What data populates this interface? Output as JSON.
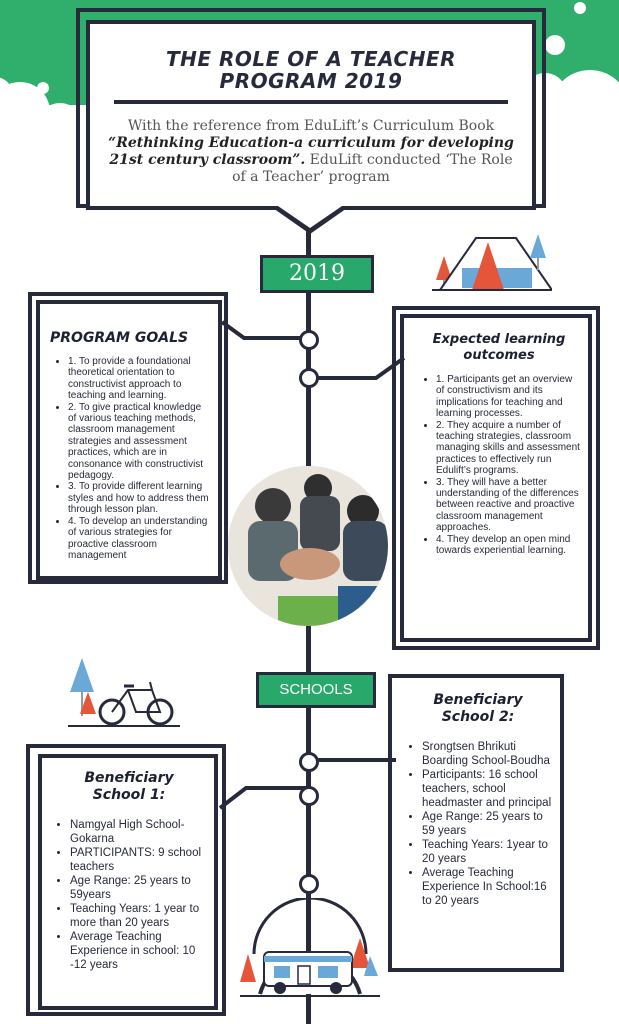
{
  "header": {
    "title_line1": "THE ROLE OF A TEACHER",
    "title_line2": "PROGRAM 2019",
    "intro_line1": "With the reference from EduLift’s Curriculum Book",
    "intro_book": "“Rethinking Education-a curriculum for developing 21st century classroom”.",
    "intro_tail": "EduLift conducted ‘The Role of a Teacher’ program"
  },
  "year_label": "2019",
  "program_goals": {
    "title": "PROGRAM GOALS",
    "items": [
      "1. To provide a foundational theoretical orientation to constructivist approach to teaching and learning.",
      "2. To give practical knowledge of various teaching methods, classroom management strategies and assessment practices, which are in consonance with constructivist pedagogy.",
      "3. To provide different learning styles and how to address them through lesson plan.",
      "4. To develop an understanding of various strategies for proactive classroom management"
    ]
  },
  "learning_outcomes": {
    "title": "Expected learning outcomes",
    "items": [
      "1. Participants get an overview of constructivism and its implications for teaching and learning processes.",
      "2. They acquire a number of teaching strategies, classroom managing skills and assessment practices to effectively run Edulift’s programs.",
      "3. They will have a better understanding of the differences between reactive and proactive classroom management approaches.",
      "4. They develop an open mind towards experiential learning."
    ]
  },
  "schools_label": "SCHOOLS",
  "school1": {
    "title": "Beneficiary School 1:",
    "items": [
      "Namgyal High School-Gokarna",
      "PARTICIPANTS: 9 school teachers",
      "Age Range: 25 years to 59years",
      "Teaching Years: 1 year to more than 20 years",
      "Average Teaching Experience in school: 10 -12 years"
    ]
  },
  "school2": {
    "title": "Beneficiary School 2:",
    "items": [
      "Srongtsen Bhrikuti Boarding School-Boudha",
      "Participants: 16 school teachers, school headmaster and principal",
      "Age Range: 25 years to 59 years",
      "Teaching Years: 1year to 20 years",
      "Average Teaching Experience In School:16 to 20 years"
    ]
  },
  "colors": {
    "navy": "#262a3a",
    "green": "#28a86a",
    "bg_green": "#2fae6c",
    "accent_red": "#e4553a",
    "accent_blue": "#6aa8d8"
  },
  "icons": [
    "tent-icon",
    "bicycle-icon",
    "camper-van-icon",
    "hands-photo"
  ]
}
